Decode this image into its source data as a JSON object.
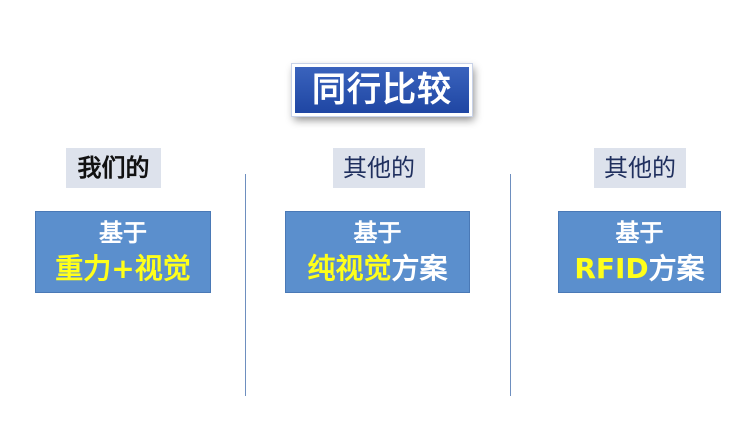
{
  "title": "同行比较",
  "columns": [
    {
      "label": "我们的",
      "card_line1": "基于",
      "card_highlight": "重力+视觉",
      "card_rest": ""
    },
    {
      "label": "其他的",
      "card_line1": "基于",
      "card_highlight": "纯视觉",
      "card_rest": "方案"
    },
    {
      "label": "其他的",
      "card_line1": "基于",
      "card_highlight": "RFID",
      "card_rest": "方案"
    }
  ],
  "colors": {
    "title_bg": "#2a52b0",
    "label_bg": "#dde2ec",
    "card_bg": "#5b8fcd",
    "highlight": "#ffff1a",
    "divider": "#6e8fbf"
  }
}
